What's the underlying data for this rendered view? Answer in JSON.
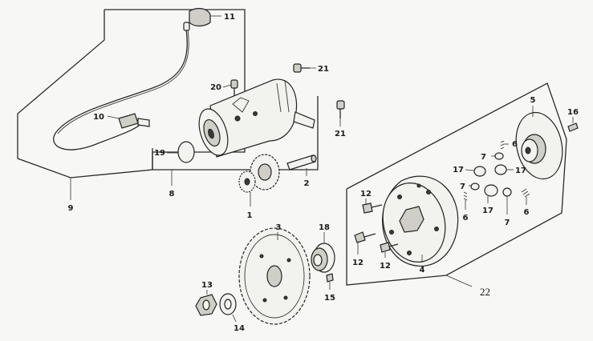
{
  "diagram": {
    "callouts": [
      {
        "id": "c1",
        "text": "1"
      },
      {
        "id": "c2",
        "text": "2"
      },
      {
        "id": "c3",
        "text": "3"
      },
      {
        "id": "c4",
        "text": "4"
      },
      {
        "id": "c5",
        "text": "5"
      },
      {
        "id": "c6a",
        "text": "6"
      },
      {
        "id": "c6b",
        "text": "6"
      },
      {
        "id": "c6c",
        "text": "6"
      },
      {
        "id": "c7a",
        "text": "7"
      },
      {
        "id": "c7b",
        "text": "7"
      },
      {
        "id": "c7c",
        "text": "7"
      },
      {
        "id": "c8",
        "text": "8"
      },
      {
        "id": "c9",
        "text": "9"
      },
      {
        "id": "c10",
        "text": "10"
      },
      {
        "id": "c11",
        "text": "11"
      },
      {
        "id": "c12a",
        "text": "12"
      },
      {
        "id": "c12b",
        "text": "12"
      },
      {
        "id": "c12c",
        "text": "12"
      },
      {
        "id": "c13",
        "text": "13"
      },
      {
        "id": "c14",
        "text": "14"
      },
      {
        "id": "c15",
        "text": "15"
      },
      {
        "id": "c16",
        "text": "16"
      },
      {
        "id": "c17a",
        "text": "17"
      },
      {
        "id": "c17b",
        "text": "17"
      },
      {
        "id": "c17c",
        "text": "17"
      },
      {
        "id": "c18",
        "text": "18"
      },
      {
        "id": "c19",
        "text": "19"
      },
      {
        "id": "c20",
        "text": "20"
      },
      {
        "id": "c21a",
        "text": "21"
      },
      {
        "id": "c21b",
        "text": "21"
      },
      {
        "id": "c22",
        "text": "22"
      }
    ]
  }
}
